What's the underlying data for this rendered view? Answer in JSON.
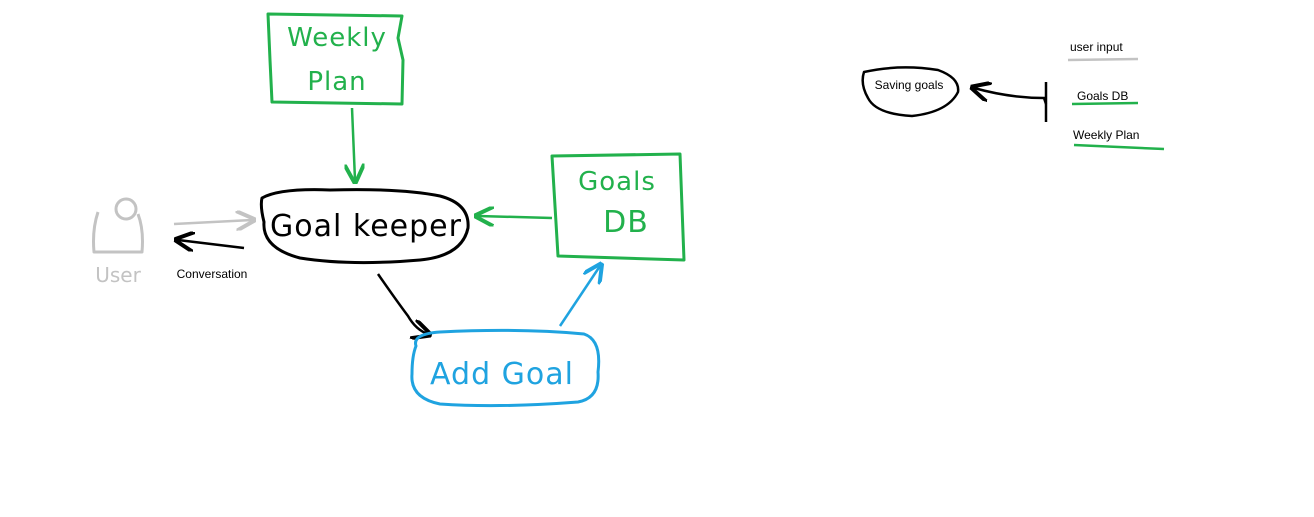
{
  "colors": {
    "background": "#ffffff",
    "ink_black": "#000000",
    "ink_green": "#22b14c",
    "ink_blue": "#1fa3e0",
    "ink_gray": "#c3c3c3"
  },
  "nodes": {
    "weekly_plan": {
      "line1": "Weekly",
      "line2": "Plan",
      "shape": "rectangle"
    },
    "goalkeeper": {
      "label": "Goal keeper",
      "shape": "ellipse"
    },
    "goals_db": {
      "line1": "Goals",
      "line2": "DB",
      "shape": "rectangle"
    },
    "add_goal": {
      "label": "Add Goal",
      "shape": "rounded-rectangle"
    },
    "user": {
      "label": "User",
      "icon": "user-icon"
    }
  },
  "edges": {
    "conversation_label": "Conversation"
  },
  "legend": {
    "node_label": "Saving goals",
    "items": [
      {
        "label": "user input",
        "color": "#c3c3c3"
      },
      {
        "label": "Goals DB",
        "color": "#22b14c"
      },
      {
        "label": "Weekly Plan",
        "color": "#22b14c"
      }
    ]
  }
}
